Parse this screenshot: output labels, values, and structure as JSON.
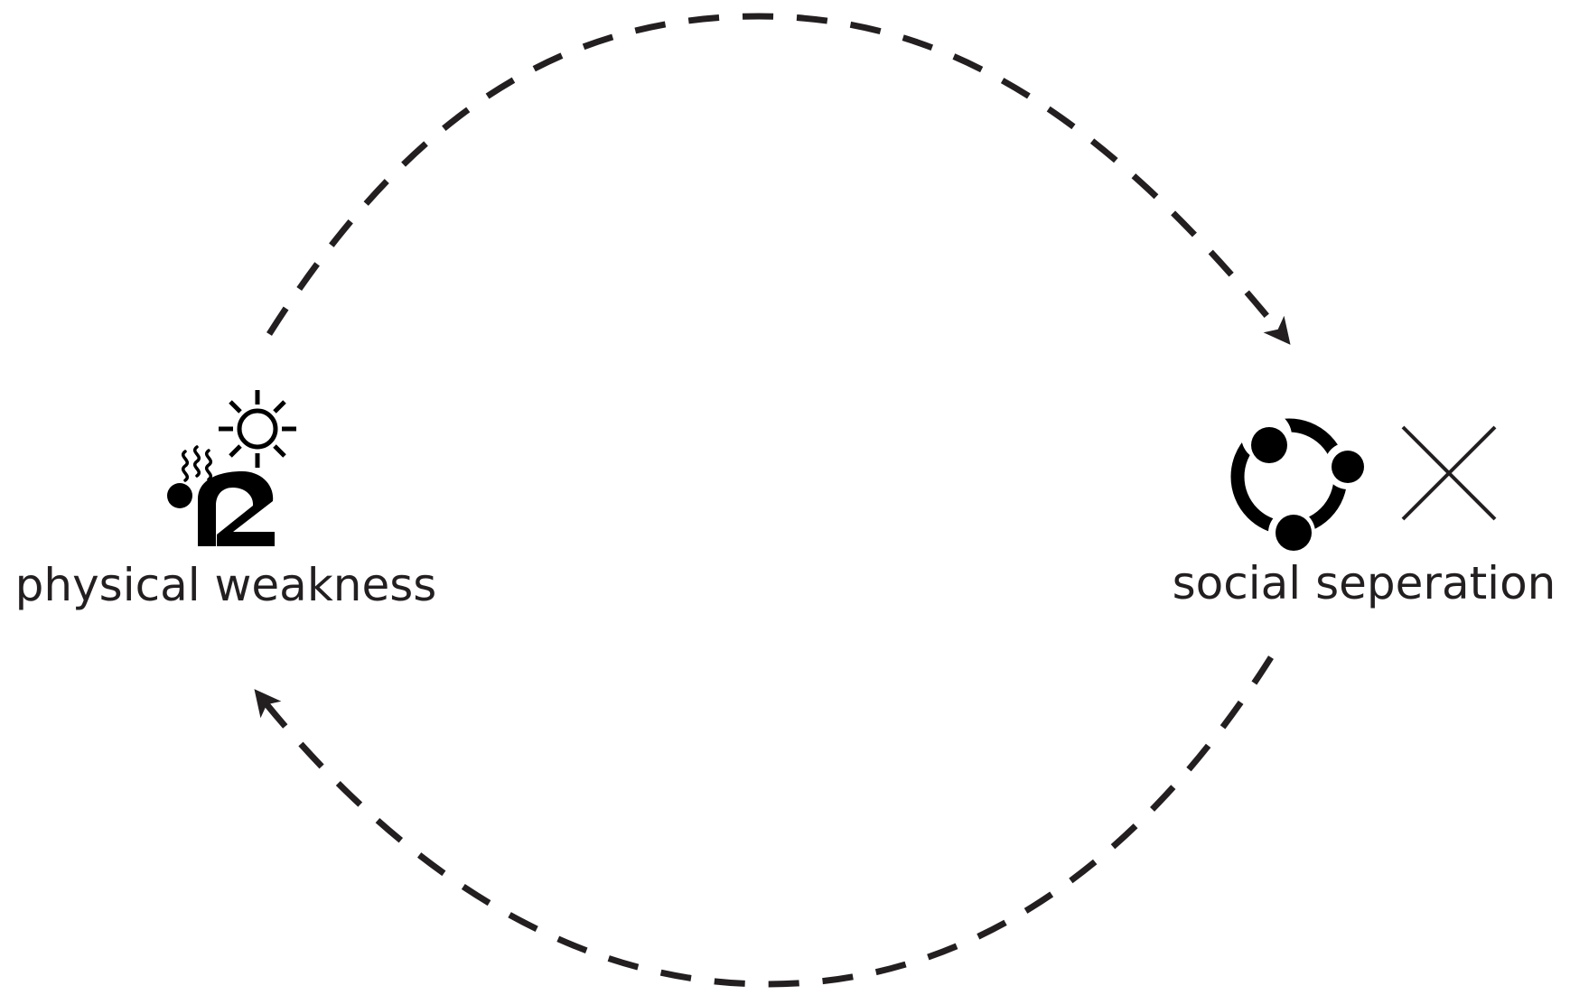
{
  "diagram": {
    "type": "cycle",
    "nodes": [
      {
        "id": "physical-weakness",
        "label": "physical weakness",
        "icon": "sick-person-heat-icon"
      },
      {
        "id": "social-seperation",
        "label": "social seperation",
        "icon": "broken-group-circle-icon"
      }
    ],
    "edges": [
      {
        "from": "physical-weakness",
        "to": "social-seperation",
        "style": "dashed"
      },
      {
        "from": "social-seperation",
        "to": "physical-weakness",
        "style": "dashed"
      }
    ],
    "colors": {
      "ink": "#231f20",
      "icon": "#000000",
      "background": "#ffffff"
    }
  }
}
